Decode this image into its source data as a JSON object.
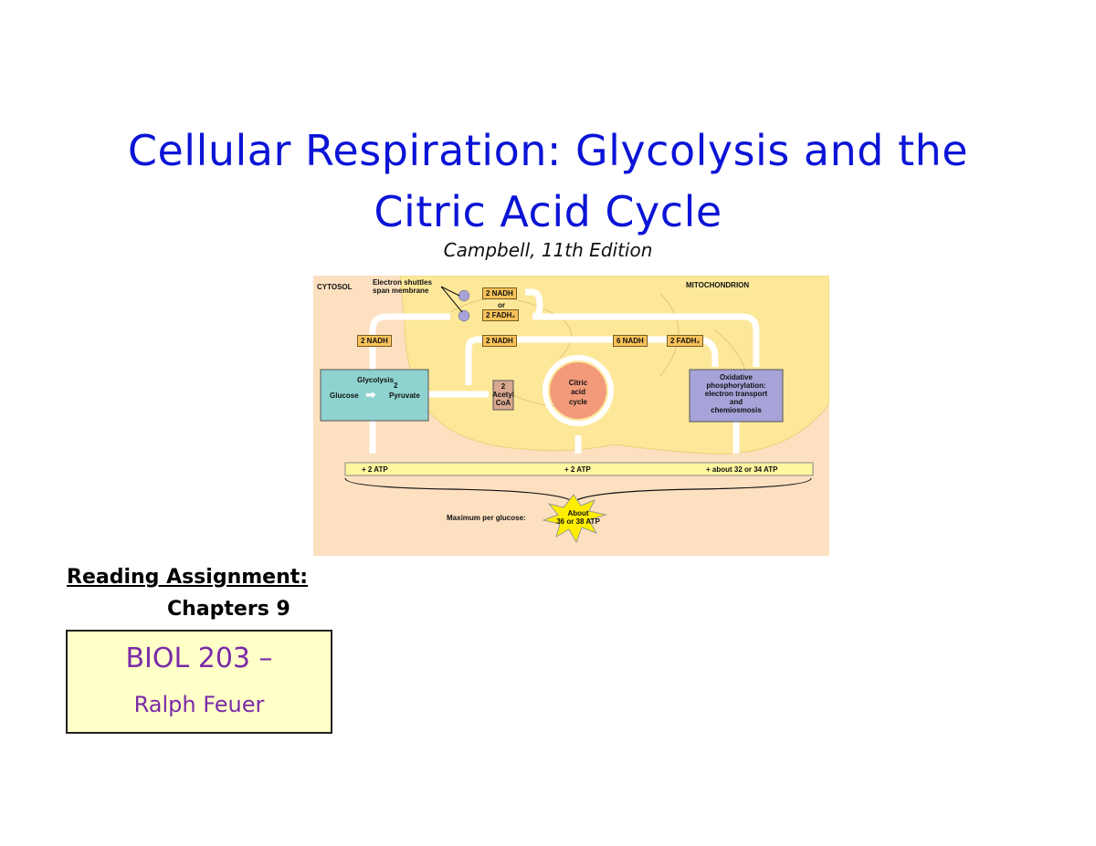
{
  "slide": {
    "title_line1": "Cellular Respiration:  Glycolysis and the",
    "title_line2": "Citric Acid Cycle",
    "subtitle": "Campbell, 11th Edition",
    "title_color": "#0b14d6"
  },
  "diagram": {
    "region_cytosol": "CYTOSOL",
    "region_mitochondrion": "MITOCHONDRION",
    "shuttle_label_line1": "Electron shuttles",
    "shuttle_label_line2": "span membrane",
    "shuttle_nadh": "2 NADH",
    "shuttle_or": "or",
    "shuttle_fadh2": "2 FADH₂",
    "glycolysis_nadh": "2 NADH",
    "pyruvate_nadh": "2 NADH",
    "cycle_nadh": "6 NADH",
    "cycle_fadh2": "2 FADH₂",
    "glycolysis": {
      "title": "Glycolysis",
      "input": "Glucose",
      "output_count": "2",
      "output": "Pyruvate"
    },
    "acetyl_coa": {
      "count": "2",
      "line1": "Acetyl",
      "line2": "CoA"
    },
    "citric_acid_cycle": {
      "line1": "Citric",
      "line2": "acid",
      "line3": "cycle"
    },
    "oxidative_phosphorylation": {
      "line1": "Oxidative",
      "line2": "phosphorylation:",
      "line3": "electron transport",
      "line4": "and",
      "line5": "chemiosmosis"
    },
    "atp_glycolysis": "+ 2 ATP",
    "atp_cycle": "+ 2 ATP",
    "atp_oxphos": "+ about 32 or 34 ATP",
    "maximum_label": "Maximum per glucose:",
    "maximum_line1": "About",
    "maximum_line2": "36 or 38 ATP"
  },
  "reading": {
    "heading": "Reading Assignment:",
    "chapters": "Chapters 9"
  },
  "course": {
    "code": "BIOL 203 –",
    "instructor": "Ralph Feuer"
  }
}
